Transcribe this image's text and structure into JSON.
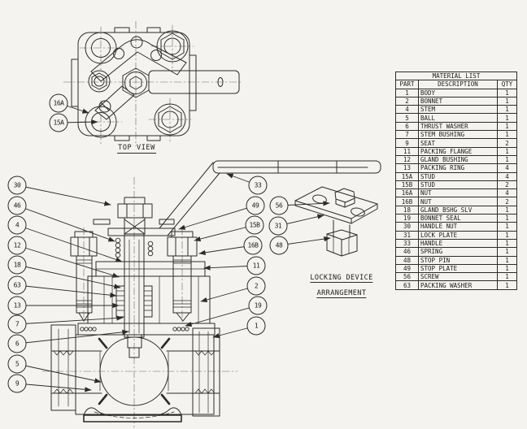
{
  "labels": {
    "top_view": "TOP VIEW",
    "locking_line1": "LOCKING DEVICE",
    "locking_line2": "ARRANGEMENT"
  },
  "callouts": {
    "top_view": [
      "16A",
      "15A"
    ],
    "main_left": [
      "30",
      "46",
      "4",
      "12",
      "18",
      "63",
      "13",
      "7",
      "6",
      "5",
      "9"
    ],
    "main_right": [
      "33",
      "49",
      "15B",
      "16B",
      "11",
      "2",
      "19",
      "1"
    ],
    "locking": [
      "56",
      "31",
      "48"
    ]
  },
  "material_list": {
    "title": "MATERIAL LIST",
    "columns": [
      "PART",
      "DESCRIPTION",
      "QTY"
    ],
    "rows": [
      [
        "1",
        "BODY",
        "1"
      ],
      [
        "2",
        "BONNET",
        "1"
      ],
      [
        "4",
        "STEM",
        "1"
      ],
      [
        "5",
        "BALL",
        "1"
      ],
      [
        "6",
        "THRUST WASHER",
        "1"
      ],
      [
        "7",
        "STEM BUSHING",
        "1"
      ],
      [
        "9",
        "SEAT",
        "2"
      ],
      [
        "11",
        "PACKING FLANGE",
        "1"
      ],
      [
        "12",
        "GLAND BUSHING",
        "1"
      ],
      [
        "13",
        "PACKING RING",
        "4"
      ],
      [
        "15A",
        "STUD",
        "4"
      ],
      [
        "15B",
        "STUD",
        "2"
      ],
      [
        "16A",
        "NUT",
        "4"
      ],
      [
        "16B",
        "NUT",
        "2"
      ],
      [
        "18",
        "GLAND BSHG SLV",
        "1"
      ],
      [
        "19",
        "BONNET SEAL",
        "1"
      ],
      [
        "30",
        "HANDLE NUT",
        "1"
      ],
      [
        "31",
        "LOCK PLATE",
        "1"
      ],
      [
        "33",
        "HANDLE",
        "1"
      ],
      [
        "46",
        "SPRING",
        "1"
      ],
      [
        "48",
        "STOP PIN",
        "1"
      ],
      [
        "49",
        "STOP PLATE",
        "1"
      ],
      [
        "56",
        "SCREW",
        "1"
      ],
      [
        "63",
        "PACKING WASHER",
        "1"
      ]
    ]
  }
}
